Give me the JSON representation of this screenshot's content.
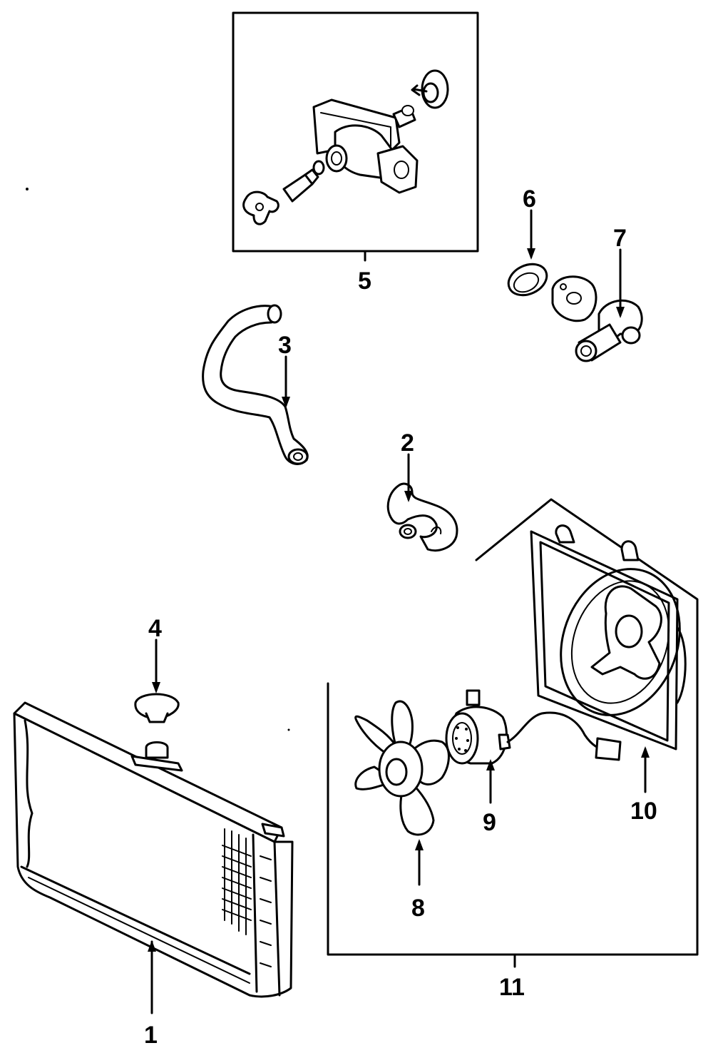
{
  "diagram": {
    "callouts": {
      "c1": "1",
      "c2": "2",
      "c3": "3",
      "c4": "4",
      "c5": "5",
      "c6": "6",
      "c7": "7",
      "c8": "8",
      "c9": "9",
      "c10": "10",
      "c11": "11"
    },
    "parts": {
      "p1": "radiator",
      "p2": "lower-hose",
      "p3": "upper-hose",
      "p4": "radiator-cap",
      "p5": "thermostat-housing-kit",
      "p6": "thermostat",
      "p7": "water-outlet",
      "p8": "fan-blade",
      "p9": "fan-motor",
      "p10": "fan-shroud",
      "p11": "fan-assembly"
    }
  }
}
